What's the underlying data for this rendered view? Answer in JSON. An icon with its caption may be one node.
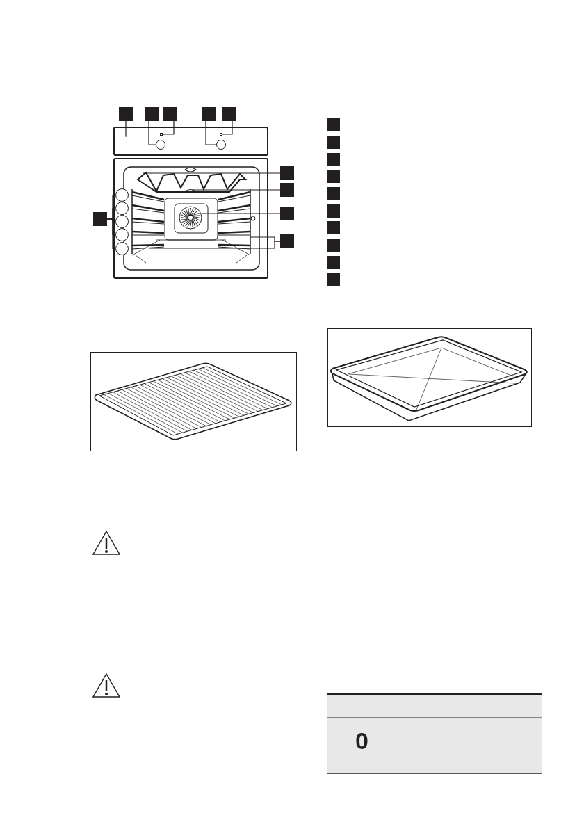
{
  "diagram": {
    "nodes": [
      {
        "text": [],
        "shape": "box"
      },
      {
        "text": [],
        "shape": "box"
      },
      {
        "text": [],
        "shape": "box"
      },
      {
        "text": [],
        "shape": "box"
      },
      {
        "text": [],
        "shape": "box"
      },
      {
        "text": [],
        "shape": "box"
      },
      {
        "text": [],
        "shape": "box"
      },
      {
        "text": [],
        "shape": "box"
      },
      {
        "text": [],
        "shape": "box"
      },
      {
        "text": [],
        "shape": "box"
      },
      {
        "text": [],
        "shape": "circle"
      },
      {
        "text": [],
        "shape": "circle"
      },
      {
        "text": [],
        "shape": "circle"
      },
      {
        "text": [],
        "shape": "circle"
      },
      {
        "text": [],
        "shape": "circle"
      },
      {
        "text": [],
        "shape": "box"
      },
      {
        "text": [],
        "shape": "box"
      },
      {
        "text": [],
        "shape": "box"
      },
      {
        "text": [],
        "shape": "box"
      },
      {
        "text": [],
        "shape": "box"
      },
      {
        "text": [],
        "shape": "box"
      },
      {
        "text": [],
        "shape": "box"
      },
      {
        "text": [],
        "shape": "box"
      },
      {
        "text": [],
        "shape": "box"
      },
      {
        "text": [],
        "shape": "box"
      },
      {
        "text": [],
        "shape": "circle"
      },
      {
        "text": [],
        "shape": "box"
      },
      {
        "text": [],
        "shape": "circle"
      },
      {
        "text": [],
        "shape": "box"
      }
    ],
    "edges": [
      {
        "from": 0,
        "to": null,
        "arrow": "none"
      },
      {
        "from": 1,
        "to": 25,
        "arrow": "none"
      },
      {
        "from": 2,
        "to": 26,
        "arrow": "none"
      },
      {
        "from": 3,
        "to": 27,
        "arrow": "none"
      },
      {
        "from": 4,
        "to": 28,
        "arrow": "none"
      },
      {
        "from": 5,
        "to": null,
        "arrow": "none"
      },
      {
        "from": 6,
        "to": null,
        "arrow": "none"
      },
      {
        "from": 7,
        "to": null,
        "arrow": "none"
      },
      {
        "from": 8,
        "to": null,
        "arrow": "none"
      },
      {
        "from": 8,
        "to": null,
        "arrow": "none"
      },
      {
        "from": 9,
        "to": 10,
        "arrow": "none"
      },
      {
        "from": 9,
        "to": 11,
        "arrow": "none"
      },
      {
        "from": 9,
        "to": 12,
        "arrow": "none"
      },
      {
        "from": 9,
        "to": 13,
        "arrow": "none"
      },
      {
        "from": 9,
        "to": 14,
        "arrow": "none"
      }
    ],
    "labels": [
      "0"
    ]
  }
}
